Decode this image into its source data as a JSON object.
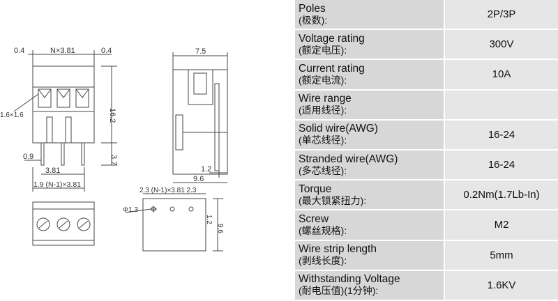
{
  "dims": {
    "top_left_margin": "0.4",
    "top_pitch": "N×3.81",
    "top_right_margin": "0.4",
    "hole": "1.6×1.6",
    "height": "16.2",
    "pin_len": "3.7",
    "pin_w": "0.9",
    "pitch": "3.81",
    "bottom_span": "1.9  (N-1)×3.81",
    "side_width": "7.5",
    "side_pin_offset": "1.2",
    "side_depth": "9.6",
    "pcb_spacing": "2.3  (N-1)×3.81  2.3",
    "pcb_hole": "Φ1.3",
    "pcb_offset": "1.2",
    "pcb_depth": "9.6"
  },
  "specs": [
    {
      "en": "Poles",
      "cn": "(极数):",
      "value": "2P/3P"
    },
    {
      "en": "Voltage rating",
      "cn": "(额定电压):",
      "value": "300V"
    },
    {
      "en": "Current rating",
      "cn": "(额定电流):",
      "value": "10A"
    },
    {
      "en": "Wire range",
      "cn": "(适用线径):",
      "value": ""
    },
    {
      "en": "Solid wire(AWG)",
      "cn": "(单芯线径):",
      "value": "16-24"
    },
    {
      "en": "Stranded wire(AWG)",
      "cn": "(多芯线径):",
      "value": "16-24"
    },
    {
      "en": "Torque",
      "cn": "(最大锁紧扭力):",
      "value": "0.2Nm(1.7Lb-In)"
    },
    {
      "en": "Screw",
      "cn": "(螺丝规格):",
      "value": "M2"
    },
    {
      "en": "Wire strip length",
      "cn": "(剥线长度):",
      "value": "5mm"
    },
    {
      "en": "Withstanding Voltage",
      "cn": "(耐电压值)(1分钟):",
      "value": "1.6KV"
    }
  ]
}
